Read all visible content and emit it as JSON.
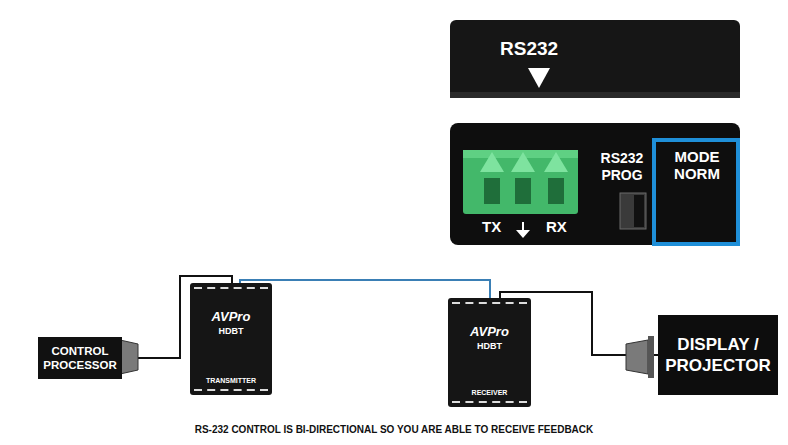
{
  "diagram": {
    "caption": "RS-232 CONTROL IS BI-DIRECTIONAL SO YOU ARE ABLE TO RECEIVE FEEDBACK",
    "nodes": [
      {
        "text": [
          "CONTROL PROCESSOR"
        ]
      },
      {
        "text": [
          "AVPro",
          "HDBT",
          "TRANSMITTER"
        ]
      },
      {
        "text": [
          "AVPro",
          "HDBT",
          "RECEIVER"
        ]
      },
      {
        "text": [
          "DISPLAY / PROJECTOR"
        ]
      }
    ],
    "edges": [
      {
        "from": 0,
        "to": 1,
        "arrow": "none"
      },
      {
        "from": 1,
        "to": 2,
        "arrow": "none"
      },
      {
        "from": 2,
        "to": 3,
        "arrow": "none"
      }
    ],
    "labels": [
      "RS232",
      "RS232 PROG",
      "MODE NORM",
      "TX",
      "RX"
    ]
  }
}
